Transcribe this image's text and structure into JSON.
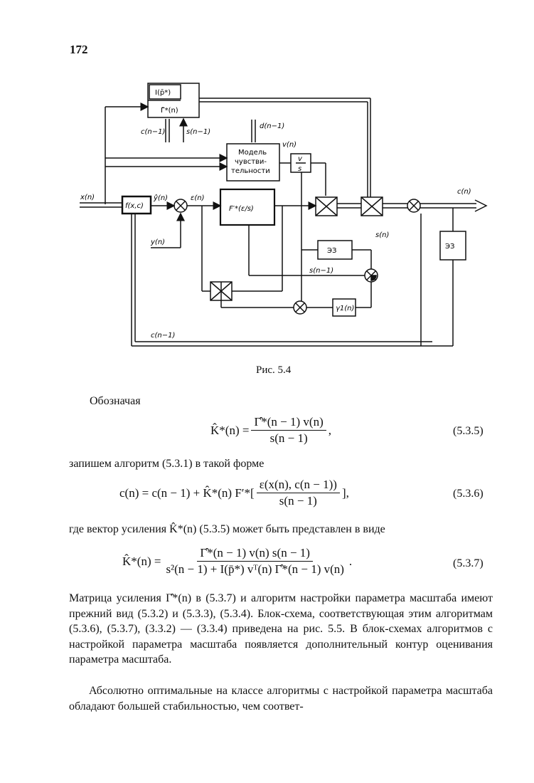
{
  "page": {
    "number": "172"
  },
  "figure": {
    "caption": "Рис. 5.4",
    "signals": {
      "x": "x(n)",
      "yhat": "ŷ(n)",
      "eps": "ε(n)",
      "d": "d(n−1)",
      "v": "v(n)",
      "c_out": "c(n)",
      "y": "y(n)",
      "s": "s(n)",
      "s_prev": "s(n−1)",
      "c_prev_top": "c(n−1)",
      "s_prev_top": "s(n−1)",
      "c_prev_bottom": "c(n−1)"
    },
    "blocks": {
      "i_block": "I(p̄*)",
      "gamma_block": "Γ̂*(n)",
      "model_line1": "Модель",
      "model_line2": "чувстви-",
      "model_line3": "тельности",
      "v_over_s_num": "v",
      "v_over_s_den": "s",
      "f_block": "f(x,c)",
      "fprime_block": "F′*(ε/s)",
      "ez1": "ЭЗ",
      "ez2": "ЭЗ",
      "gamma1": "γ1(n)"
    }
  },
  "text": {
    "intro": "Обозначая",
    "eq535_lhs": "K̂*(n) =",
    "eq535_num": "Γ̂*(n − 1) v(n)",
    "eq535_den": "s(n − 1)",
    "eq535_tail": ",",
    "eq535_label": "(5.3.5)",
    "line_algorithm": "запишем алгоритм (5.3.1) в такой форме",
    "eq536_lhs": "c(n) = c(n − 1) + K̂*(n) F′*[",
    "eq536_num": "ε(x(n), c(n − 1))",
    "eq536_den": "s(n − 1)",
    "eq536_tail": "],",
    "eq536_label": "(5.3.6)",
    "line_gain": "где вектор усиления K̂*(n) (5.3.5) может быть представлен в виде",
    "eq537_lhs": "K̂*(n) =",
    "eq537_num": "Γ̂*(n − 1) v(n) s(n − 1)",
    "eq537_den": "s²(n − 1) + I(p̄*) vᵀ(n) Γ̂*(n − 1) v(n)",
    "eq537_tail": ".",
    "eq537_label": "(5.3.7)",
    "para1": "Матрица усиления Γ̂*(n) в (5.3.7) и алгоритм настройки параметра масштаба имеют прежний вид (5.3.2) и (5.3.3), (5.3.4). Блок-схема, соответствующая этим алгоритмам (5.3.6), (5.3.7), (3.3.2) — (3.3.4) приведена на рис. 5.5. В блок-схемах алгоритмов с настройкой параметра масштаба появляется дополнительный контур оценивания параметра масштаба.",
    "para2": "Абсолютно оптимальные на классе алгоритмы с настройкой параметра масштаба обладают большей стабильностью, чем соответ-"
  }
}
